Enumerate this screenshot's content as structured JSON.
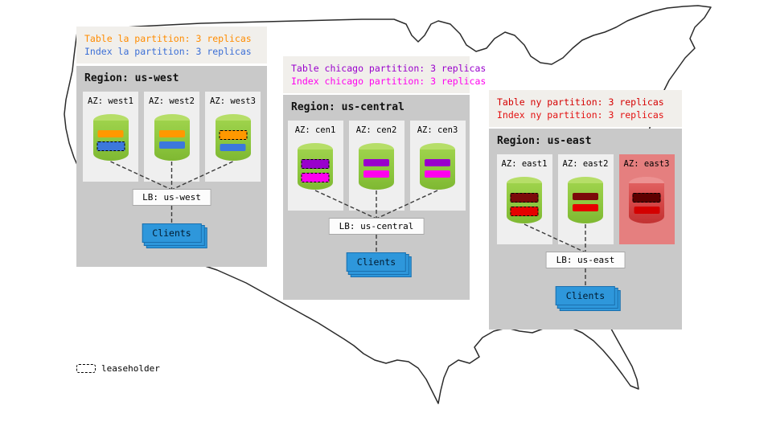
{
  "legend": {
    "label": "leaseholder"
  },
  "annotations": [
    {
      "id": "us-west",
      "lines": [
        {
          "text": "Table la partition: 3 replicas",
          "color": "#ff8c00"
        },
        {
          "text": "Index la partition: 3 replicas",
          "color": "#3c6fd6"
        }
      ]
    },
    {
      "id": "us-central",
      "lines": [
        {
          "text": "Table chicago partition: 3 replicas",
          "color": "#9900cc"
        },
        {
          "text": "Index chicago partition: 3 replicas",
          "color": "#ff00ee"
        }
      ]
    },
    {
      "id": "us-east",
      "lines": [
        {
          "text": "Table ny partition: 3 replicas",
          "color": "#d50000"
        },
        {
          "text": "Index ny partition: 3 replicas",
          "color": "#e31111"
        }
      ]
    }
  ],
  "regions": [
    {
      "title": "Region: us-west",
      "lb": "LB: us-west",
      "clients": "Clients",
      "azs": [
        {
          "label": "AZ: west1",
          "failed": false,
          "bars": [
            {
              "color": "#ff9800",
              "leaseholder": false
            },
            {
              "color": "#3c78dc",
              "leaseholder": true
            }
          ]
        },
        {
          "label": "AZ: west2",
          "failed": false,
          "bars": [
            {
              "color": "#ff9800",
              "leaseholder": false
            },
            {
              "color": "#3c78dc",
              "leaseholder": false
            }
          ]
        },
        {
          "label": "AZ: west3",
          "failed": false,
          "bars": [
            {
              "color": "#ff9800",
              "leaseholder": true
            },
            {
              "color": "#3c78dc",
              "leaseholder": false
            }
          ]
        }
      ]
    },
    {
      "title": "Region: us-central",
      "lb": "LB: us-central",
      "clients": "Clients",
      "azs": [
        {
          "label": "AZ: cen1",
          "failed": false,
          "bars": [
            {
              "color": "#9900cc",
              "leaseholder": true
            },
            {
              "color": "#ff00ee",
              "leaseholder": true
            }
          ]
        },
        {
          "label": "AZ: cen2",
          "failed": false,
          "bars": [
            {
              "color": "#9900cc",
              "leaseholder": false
            },
            {
              "color": "#ff00ee",
              "leaseholder": false
            }
          ]
        },
        {
          "label": "AZ: cen3",
          "failed": false,
          "bars": [
            {
              "color": "#9900cc",
              "leaseholder": false
            },
            {
              "color": "#ff00ee",
              "leaseholder": false
            }
          ]
        }
      ]
    },
    {
      "title": "Region: us-east",
      "lb": "LB: us-east",
      "clients": "Clients",
      "azs": [
        {
          "label": "AZ: east1",
          "failed": false,
          "bars": [
            {
              "color": "#7b0a0a",
              "leaseholder": true
            },
            {
              "color": "#e60000",
              "leaseholder": true
            }
          ]
        },
        {
          "label": "AZ: east2",
          "failed": false,
          "bars": [
            {
              "color": "#7b0a0a",
              "leaseholder": false
            },
            {
              "color": "#e60000",
              "leaseholder": false
            }
          ]
        },
        {
          "label": "AZ: east3",
          "failed": true,
          "bars": [
            {
              "color": "#5e0000",
              "leaseholder": true
            },
            {
              "color": "#d40000",
              "leaseholder": false
            }
          ]
        }
      ]
    }
  ]
}
